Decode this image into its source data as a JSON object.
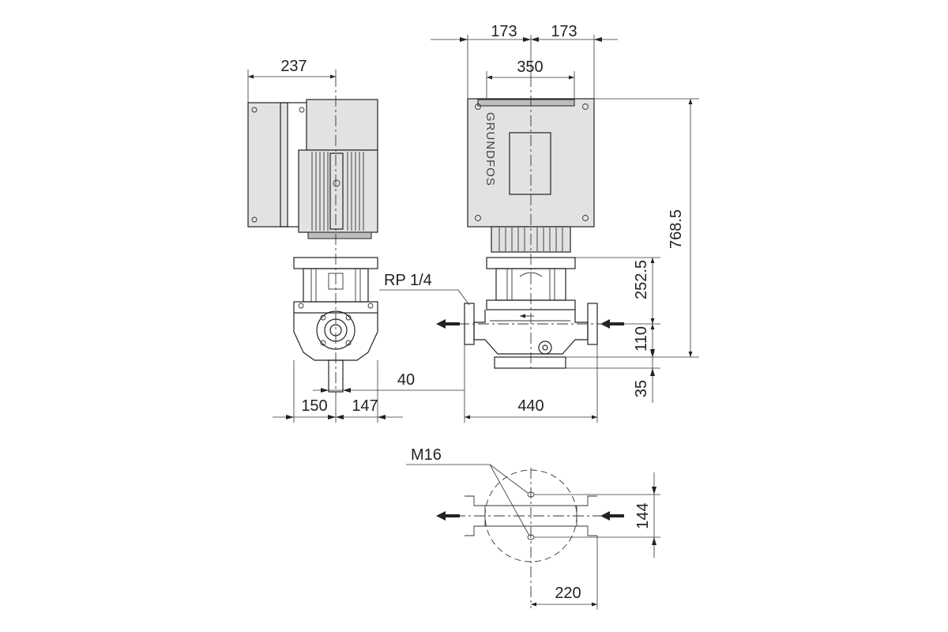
{
  "brand": "GRUNDFOS",
  "dimensions": {
    "side_width_top": "237",
    "front_half_left": "173",
    "front_half_right": "173",
    "front_width": "350",
    "total_height": "768.5",
    "shaft_height": "252.5",
    "flange_height": "110",
    "base_height": "35",
    "bottom_left": "150",
    "bottom_right": "147",
    "offset": "40",
    "front_length": "440",
    "plan_vertical": "144",
    "plan_horizontal": "220"
  },
  "labels": {
    "pressure_port": "RP 1/4",
    "bolt_thread": "M16"
  },
  "colors": {
    "line": "#222222",
    "motor_fill": "#e2e2e2",
    "background": "#ffffff"
  }
}
